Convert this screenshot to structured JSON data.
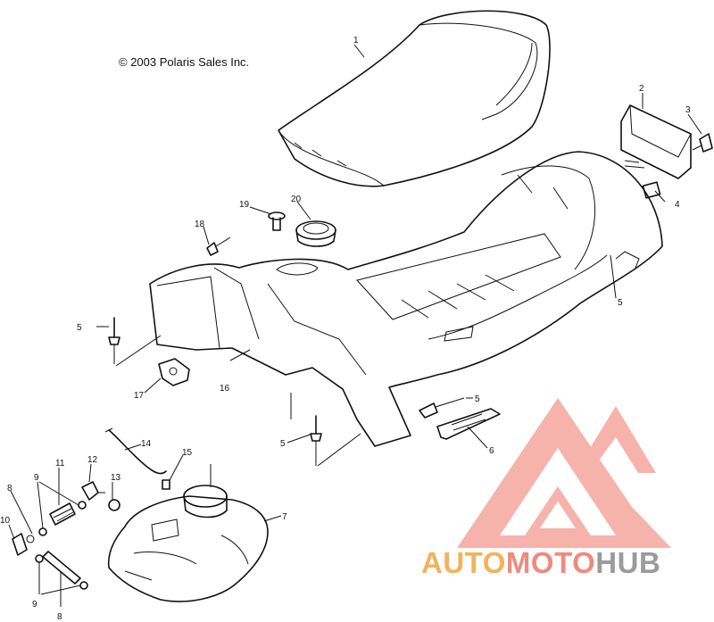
{
  "copyright": "© 2003 Polaris Sales Inc.",
  "callouts": [
    "1",
    "2",
    "3",
    "4",
    "5",
    "5",
    "5",
    "5",
    "6",
    "7",
    "8",
    "8",
    "9",
    "9",
    "10",
    "11",
    "12",
    "13",
    "14",
    "15",
    "16",
    "17",
    "18",
    "19",
    "20"
  ],
  "watermark": {
    "part1": "AUTO",
    "part2": "MOTO",
    "part3": "HUB",
    "colors": {
      "auto": "#f2b35a",
      "moto": "#ef8a7e",
      "hub": "#9b9b9b",
      "logo": "#ef8a7e"
    }
  }
}
